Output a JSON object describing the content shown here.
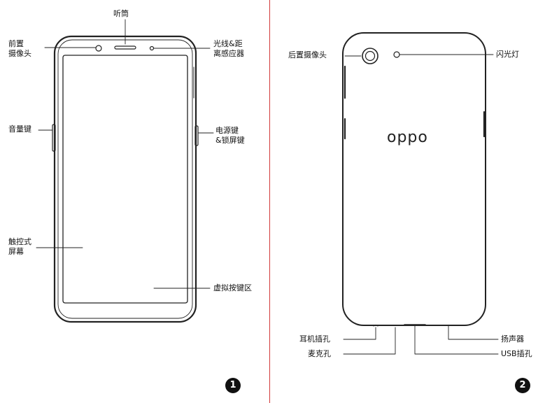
{
  "colors": {
    "divider": "#d23a3a",
    "stroke": "#222222",
    "badge": "#111111"
  },
  "front": {
    "earpiece": "听筒",
    "front_camera": [
      "前置",
      "摄像头"
    ],
    "light_sensor": [
      "光线&距",
      "离感应器"
    ],
    "volume_key": "音量键",
    "power_key": [
      "电源键",
      "&锁屏键"
    ],
    "touch_screen": [
      "触控式",
      "屏幕"
    ],
    "virtual_keys": "虚拟按键区",
    "badge": "1"
  },
  "back": {
    "rear_camera": "后置摄像头",
    "flash": "闪光灯",
    "logo": "oppo",
    "headphone_jack": "耳机插孔",
    "microphone": "麦克孔",
    "speaker": "扬声器",
    "usb_port": "USB插孔",
    "badge": "2"
  }
}
